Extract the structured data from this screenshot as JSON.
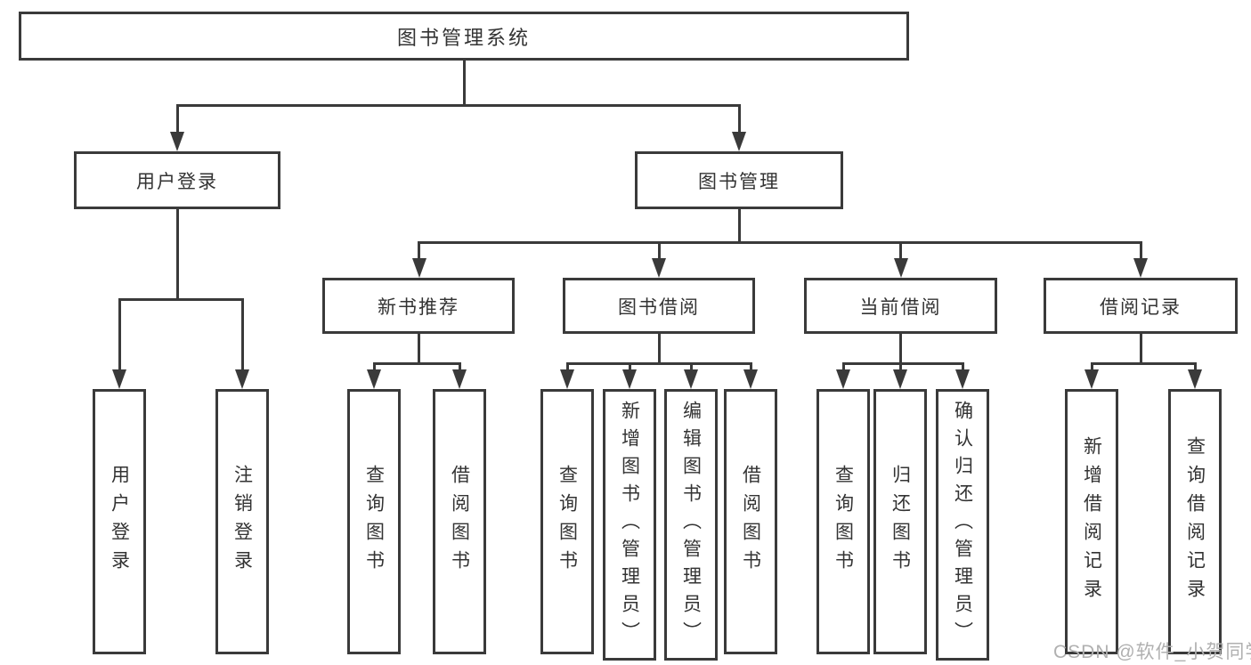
{
  "diagram": {
    "title": "图书管理系统",
    "level2": {
      "user_login": "用户登录",
      "book_management": "图书管理"
    },
    "level3": {
      "new_book_recommend": "新书推荐",
      "book_borrowing": "图书借阅",
      "current_borrowing": "当前借阅",
      "borrowing_records": "借阅记录"
    },
    "leaves": {
      "user_login": "用户登录",
      "logout": "注销登录",
      "recommend_query_books": "查询图书",
      "recommend_borrow_books": "借阅图书",
      "borrowing_query_books": "查询图书",
      "borrowing_add_books_admin": "新增图书（管理员）",
      "borrowing_edit_books_admin": "编辑图书（管理员）",
      "borrowing_borrow_books": "借阅图书",
      "current_query_books": "查询图书",
      "current_return_books": "归还图书",
      "current_confirm_return_admin": "确认归还（管理员）",
      "records_add_record": "新增借阅记录",
      "records_query_record": "查询借阅记录"
    }
  },
  "watermark": "CSDN @软件_小贺同学",
  "colors": {
    "line": "#3a3a3a",
    "text": "#333333",
    "watermark": "#b0b0b0",
    "background": "#ffffff"
  }
}
